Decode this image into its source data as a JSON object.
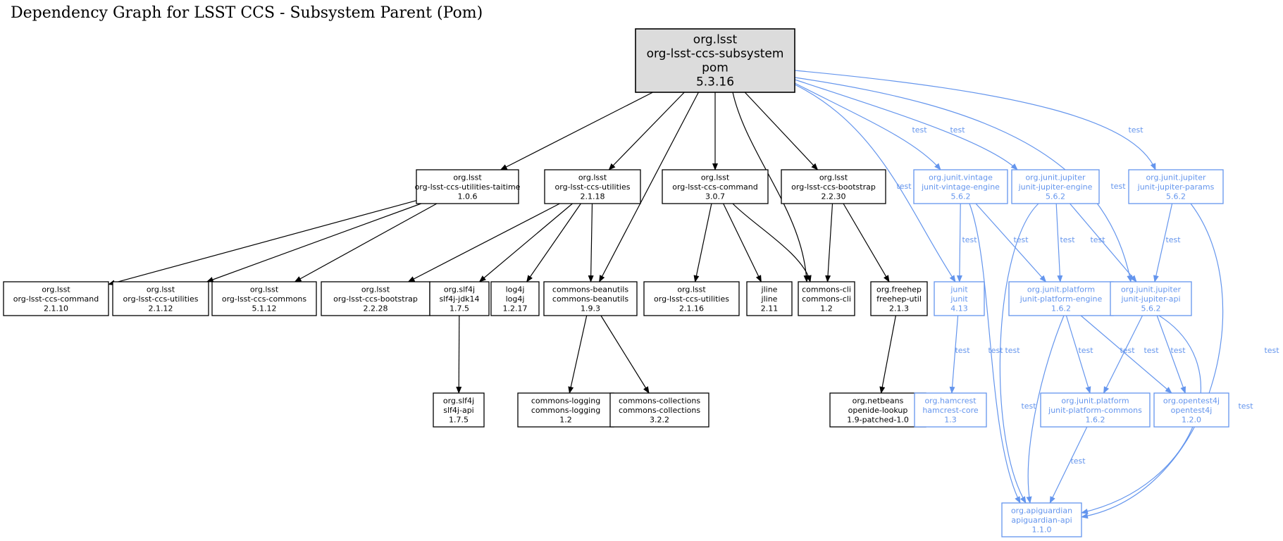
{
  "title": "Dependency Graph for LSST CCS - Subsystem Parent (Pom)",
  "colors": {
    "compile": "#000000",
    "test": "#6495ed",
    "root_fill": "#dcdcdc",
    "node_fill": "#ffffff"
  },
  "nodes": [
    {
      "id": "root",
      "kind": "root",
      "lines": [
        "org.lsst",
        "org-lsst-ccs-subsystem",
        "pom",
        "5.3.16"
      ]
    },
    {
      "id": "taitime",
      "kind": "compile",
      "lines": [
        "org.lsst",
        "org-lsst-ccs-utilities-taitime",
        "1.0.6"
      ]
    },
    {
      "id": "utilities",
      "kind": "compile",
      "lines": [
        "org.lsst",
        "org-lsst-ccs-utilities",
        "2.1.18"
      ]
    },
    {
      "id": "command",
      "kind": "compile",
      "lines": [
        "org.lsst",
        "org-lsst-ccs-command",
        "3.0.7"
      ]
    },
    {
      "id": "bootstrap",
      "kind": "compile",
      "lines": [
        "org.lsst",
        "org-lsst-ccs-bootstrap",
        "2.2.30"
      ]
    },
    {
      "id": "vintage",
      "kind": "test",
      "lines": [
        "org.junit.vintage",
        "junit-vintage-engine",
        "5.6.2"
      ]
    },
    {
      "id": "jupiter-engine",
      "kind": "test",
      "lines": [
        "org.junit.jupiter",
        "junit-jupiter-engine",
        "5.6.2"
      ]
    },
    {
      "id": "jupiter-params",
      "kind": "test",
      "lines": [
        "org.junit.jupiter",
        "junit-jupiter-params",
        "5.6.2"
      ]
    },
    {
      "id": "cmd2110",
      "kind": "compile",
      "lines": [
        "org.lsst",
        "org-lsst-ccs-command",
        "2.1.10"
      ]
    },
    {
      "id": "util2112",
      "kind": "compile",
      "lines": [
        "org.lsst",
        "org-lsst-ccs-utilities",
        "2.1.12"
      ]
    },
    {
      "id": "commons5112",
      "kind": "compile",
      "lines": [
        "org.lsst",
        "org-lsst-ccs-commons",
        "5.1.12"
      ]
    },
    {
      "id": "boot2228",
      "kind": "compile",
      "lines": [
        "org.lsst",
        "org-lsst-ccs-bootstrap",
        "2.2.28"
      ]
    },
    {
      "id": "slf4j-jdk14",
      "kind": "compile",
      "lines": [
        "org.slf4j",
        "slf4j-jdk14",
        "1.7.5"
      ]
    },
    {
      "id": "log4j",
      "kind": "compile",
      "lines": [
        "log4j",
        "log4j",
        "1.2.17"
      ]
    },
    {
      "id": "beanutils",
      "kind": "compile",
      "lines": [
        "commons-beanutils",
        "commons-beanutils",
        "1.9.3"
      ]
    },
    {
      "id": "util2116",
      "kind": "compile",
      "lines": [
        "org.lsst",
        "org-lsst-ccs-utilities",
        "2.1.16"
      ]
    },
    {
      "id": "jline",
      "kind": "compile",
      "lines": [
        "jline",
        "jline",
        "2.11"
      ]
    },
    {
      "id": "commons-cli",
      "kind": "compile",
      "lines": [
        "commons-cli",
        "commons-cli",
        "1.2"
      ]
    },
    {
      "id": "freehep",
      "kind": "compile",
      "lines": [
        "org.freehep",
        "freehep-util",
        "2.1.3"
      ]
    },
    {
      "id": "junit",
      "kind": "test",
      "lines": [
        "junit",
        "junit",
        "4.13"
      ]
    },
    {
      "id": "platform-engine",
      "kind": "test",
      "lines": [
        "org.junit.platform",
        "junit-platform-engine",
        "1.6.2"
      ]
    },
    {
      "id": "jupiter-api",
      "kind": "test",
      "lines": [
        "org.junit.jupiter",
        "junit-jupiter-api",
        "5.6.2"
      ]
    },
    {
      "id": "slf4j-api",
      "kind": "compile",
      "lines": [
        "org.slf4j",
        "slf4j-api",
        "1.7.5"
      ]
    },
    {
      "id": "commons-logging",
      "kind": "compile",
      "lines": [
        "commons-logging",
        "commons-logging",
        "1.2"
      ]
    },
    {
      "id": "commons-collections",
      "kind": "compile",
      "lines": [
        "commons-collections",
        "commons-collections",
        "3.2.2"
      ]
    },
    {
      "id": "openide",
      "kind": "compile",
      "lines": [
        "org.netbeans",
        "openide-lookup",
        "1.9-patched-1.0"
      ]
    },
    {
      "id": "hamcrest",
      "kind": "test",
      "lines": [
        "org.hamcrest",
        "hamcrest-core",
        "1.3"
      ]
    },
    {
      "id": "platform-commons",
      "kind": "test",
      "lines": [
        "org.junit.platform",
        "junit-platform-commons",
        "1.6.2"
      ]
    },
    {
      "id": "opentest4j",
      "kind": "test",
      "lines": [
        "org.opentest4j",
        "opentest4j",
        "1.2.0"
      ]
    },
    {
      "id": "apiguardian",
      "kind": "test",
      "lines": [
        "org.apiguardian",
        "apiguardian-api",
        "1.1.0"
      ]
    }
  ],
  "edges": [
    {
      "id": "e1",
      "from": "root",
      "to": "taitime",
      "label": ""
    },
    {
      "id": "e2",
      "from": "root",
      "to": "utilities",
      "label": ""
    },
    {
      "id": "e3",
      "from": "root",
      "to": "beanutils",
      "label": ""
    },
    {
      "id": "e4",
      "from": "root",
      "to": "command",
      "label": ""
    },
    {
      "id": "e5",
      "from": "root",
      "to": "commons-cli",
      "label": ""
    },
    {
      "id": "e6",
      "from": "root",
      "to": "bootstrap",
      "label": ""
    },
    {
      "id": "e7",
      "from": "root",
      "to": "junit",
      "label": "test"
    },
    {
      "id": "e8",
      "from": "root",
      "to": "vintage",
      "label": "test"
    },
    {
      "id": "e9",
      "from": "root",
      "to": "jupiter-engine",
      "label": "test"
    },
    {
      "id": "e10",
      "from": "root",
      "to": "jupiter-api",
      "label": "test"
    },
    {
      "id": "e11",
      "from": "root",
      "to": "jupiter-params",
      "label": "test"
    },
    {
      "id": "e12",
      "from": "taitime",
      "to": "cmd2110",
      "label": ""
    },
    {
      "id": "e13",
      "from": "taitime",
      "to": "util2112",
      "label": ""
    },
    {
      "id": "e14",
      "from": "taitime",
      "to": "commons5112",
      "label": ""
    },
    {
      "id": "e15",
      "from": "utilities",
      "to": "boot2228",
      "label": ""
    },
    {
      "id": "e16",
      "from": "utilities",
      "to": "slf4j-jdk14",
      "label": ""
    },
    {
      "id": "e17",
      "from": "utilities",
      "to": "log4j",
      "label": ""
    },
    {
      "id": "e18",
      "from": "utilities",
      "to": "beanutils",
      "label": ""
    },
    {
      "id": "e19",
      "from": "command",
      "to": "util2116",
      "label": ""
    },
    {
      "id": "e20",
      "from": "command",
      "to": "jline",
      "label": ""
    },
    {
      "id": "e21",
      "from": "command",
      "to": "commons-cli",
      "label": ""
    },
    {
      "id": "e22",
      "from": "bootstrap",
      "to": "commons-cli",
      "label": ""
    },
    {
      "id": "e23",
      "from": "bootstrap",
      "to": "freehep",
      "label": ""
    },
    {
      "id": "e24",
      "from": "vintage",
      "to": "junit",
      "label": "test"
    },
    {
      "id": "e25",
      "from": "vintage",
      "to": "platform-engine",
      "label": "test"
    },
    {
      "id": "e26",
      "from": "vintage",
      "to": "apiguardian",
      "label": "test"
    },
    {
      "id": "e27",
      "from": "jupiter-engine",
      "to": "platform-engine",
      "label": "test"
    },
    {
      "id": "e28",
      "from": "jupiter-engine",
      "to": "jupiter-api",
      "label": "test"
    },
    {
      "id": "e29",
      "from": "jupiter-engine",
      "to": "apiguardian",
      "label": "test"
    },
    {
      "id": "e30",
      "from": "jupiter-params",
      "to": "jupiter-api",
      "label": "test"
    },
    {
      "id": "e31",
      "from": "jupiter-params",
      "to": "apiguardian",
      "label": "test"
    },
    {
      "id": "e32",
      "from": "slf4j-jdk14",
      "to": "slf4j-api",
      "label": ""
    },
    {
      "id": "e33",
      "from": "beanutils",
      "to": "commons-logging",
      "label": ""
    },
    {
      "id": "e34",
      "from": "beanutils",
      "to": "commons-collections",
      "label": ""
    },
    {
      "id": "e35",
      "from": "freehep",
      "to": "openide",
      "label": ""
    },
    {
      "id": "e36",
      "from": "junit",
      "to": "hamcrest",
      "label": "test"
    },
    {
      "id": "e37",
      "from": "platform-engine",
      "to": "platform-commons",
      "label": "test"
    },
    {
      "id": "e38",
      "from": "platform-engine",
      "to": "opentest4j",
      "label": "test"
    },
    {
      "id": "e39",
      "from": "platform-engine",
      "to": "apiguardian",
      "label": "test"
    },
    {
      "id": "e40",
      "from": "jupiter-api",
      "to": "platform-commons",
      "label": "test"
    },
    {
      "id": "e41",
      "from": "jupiter-api",
      "to": "opentest4j",
      "label": "test"
    },
    {
      "id": "e42",
      "from": "jupiter-api",
      "to": "apiguardian",
      "label": "test"
    },
    {
      "id": "e43",
      "from": "platform-commons",
      "to": "apiguardian",
      "label": "test"
    }
  ]
}
